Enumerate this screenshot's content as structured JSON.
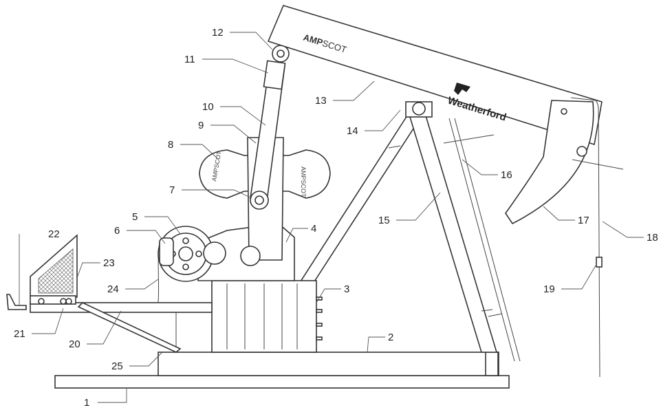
{
  "brand": {
    "beam_logo_bold": "AMP",
    "beam_logo_light": "SCOT",
    "company_logo": "Weatherford",
    "counterweight_left_text": "AMPSCOT",
    "counterweight_right_text": "AMPSCOT"
  },
  "callouts": [
    "1",
    "2",
    "3",
    "4",
    "5",
    "6",
    "7",
    "8",
    "9",
    "10",
    "11",
    "12",
    "13",
    "14",
    "15",
    "16",
    "17",
    "18",
    "19",
    "20",
    "21",
    "22",
    "23",
    "24",
    "25"
  ],
  "colors": {
    "line": "#333333",
    "background": "#ffffff",
    "mesh": "#777777"
  }
}
